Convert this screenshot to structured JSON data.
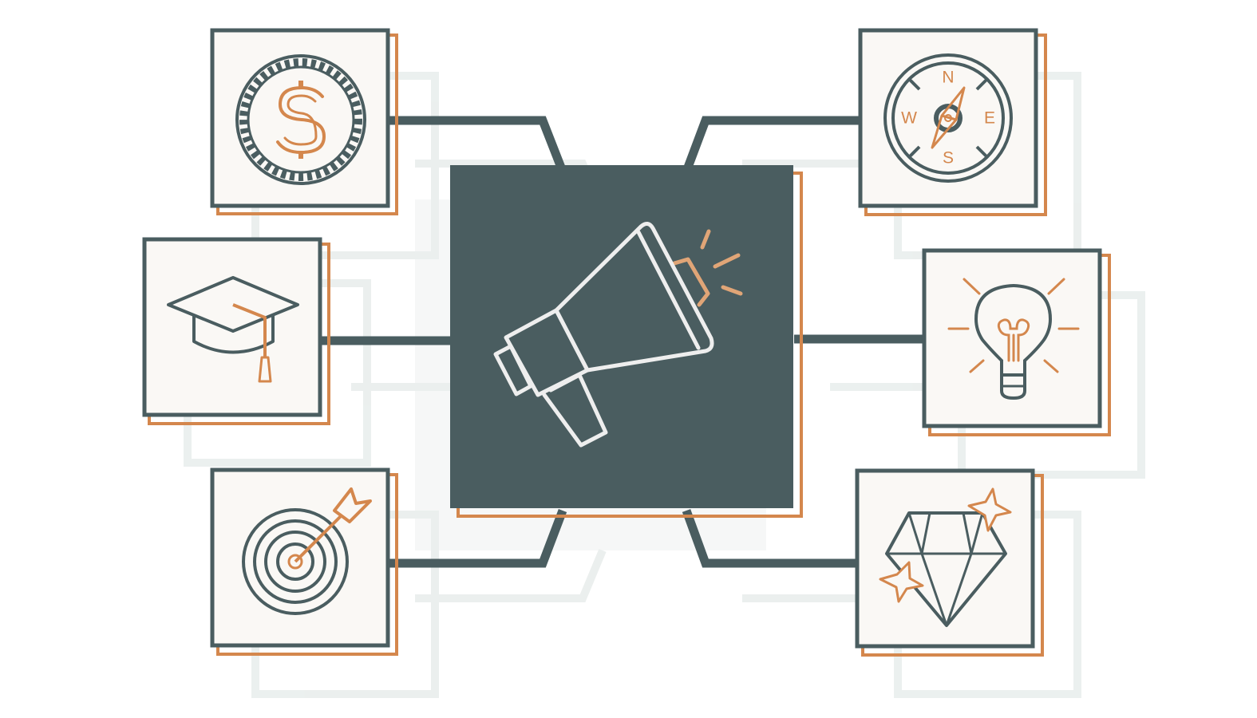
{
  "colors": {
    "background": "#ffffff",
    "dark_slate": "#4a5d60",
    "accent_orange": "#d4874d",
    "accent_orange_light": "#e0a577",
    "card_fill": "#faf8f5",
    "shadow": "#e9eeed",
    "megaphone_stroke": "#eeeeee"
  },
  "center": {
    "icon": "megaphone-icon"
  },
  "nodes": [
    {
      "id": "money",
      "icon": "dollar-coin-icon"
    },
    {
      "id": "education",
      "icon": "graduation-cap-icon"
    },
    {
      "id": "target",
      "icon": "target-arrow-icon"
    },
    {
      "id": "compass",
      "icon": "compass-icon",
      "labels": {
        "north": "N",
        "south": "S",
        "east": "E",
        "west": "W"
      }
    },
    {
      "id": "idea",
      "icon": "lightbulb-icon"
    },
    {
      "id": "value",
      "icon": "diamond-sparkle-icon"
    }
  ]
}
